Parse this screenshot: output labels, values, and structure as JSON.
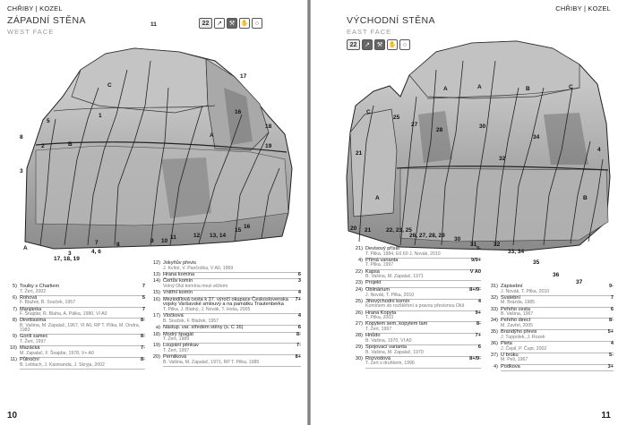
{
  "left_page": {
    "running_head": "CHŘIBY | KOZEL",
    "face_title": "ZÁPADNÍ STĚNA",
    "face_subtitle": "WEST FACE",
    "icons": [
      "22",
      "boot-icon",
      "pick-icon",
      "hand-icon",
      "ring-icon"
    ],
    "page_number": "10",
    "diagram_labels": [
      "11",
      "17",
      "16",
      "18",
      "19",
      "8",
      "3",
      "2",
      "5",
      "1",
      "C",
      "B",
      "A",
      "A",
      "3",
      "4, 6",
      "7",
      "8",
      "9",
      "10",
      "11",
      "12",
      "13, 14",
      "15",
      "16",
      "17, 18, 19",
      "5"
    ],
    "routes_col1": [
      {
        "num": "5)",
        "name": "Toulky s Charliem",
        "grade": "7",
        "fa": "T. Žert, 2002"
      },
      {
        "num": "6)",
        "name": "Rohová",
        "grade": "5",
        "fa": "F. Blažek, B. Souček, 1957"
      },
      {
        "num": "7)",
        "name": "Manjánka",
        "grade": "7",
        "fa": "F. Šnajdar, R. Blaha, A. Pálka, 1980, VI A0"
      },
      {
        "num": "8)",
        "name": "Direttissima",
        "grade": "8-",
        "fa": "B. Vašina, M. Zapalač, 1967, VI A0, RP T. Pilka, M. Ondra, 1983"
      },
      {
        "num": "9)",
        "name": "Gorilí samec",
        "grade": "8-",
        "fa": "T. Žert, 1997"
      },
      {
        "num": "10)",
        "name": "Mazácká",
        "grade": "7-",
        "fa": "M. Zapalač, F. Šnajdar, 1978, V+ A0"
      },
      {
        "num": "11)",
        "name": "Půlnoční",
        "grade": "8-",
        "fa": "B. Leblach, J. Kasmanda, J. Skryja, 2002"
      }
    ],
    "routes_col2": [
      {
        "num": "12)",
        "name": "Jokyňův převis",
        "grade": "",
        "fa": "J. Kvítol, V. Pančoška, V A0, 1969"
      },
      {
        "num": "13)",
        "name": "Hrana komína",
        "grade": "6",
        "fa": ""
      },
      {
        "num": "14)",
        "name": "Čertův komín",
        "grade": "3",
        "fa": "Volný Olúl komína mezi věžemi"
      },
      {
        "num": "15)",
        "name": "Vnitřní komín",
        "grade": "4",
        "fa": ""
      },
      {
        "num": "16)",
        "name": "Meziodílová cesta k 37. výročí okupace Československa vojsky Varšavské smlouvy a na památku Trautenberka",
        "grade": "7+",
        "fa": "T. Pilka, J. Blatný, J. Novák, T. Hoša, 2005"
      },
      {
        "num": "17)",
        "name": "Vločková",
        "grade": "4",
        "fa": "B. Souček, F. Blažek, 1957"
      },
      {
        "num": "a)",
        "name": "Nástup. var. středem stěny (s. C 16)",
        "grade": "6",
        "fa": ""
      },
      {
        "num": "18)",
        "name": "Modrý špagát",
        "grade": "8-",
        "fa": "T. Žert, 1989"
      },
      {
        "num": "19)",
        "name": "Loupání pěnkav",
        "grade": "7-",
        "fa": "T. Žert, 1997"
      },
      {
        "num": "20)",
        "name": "Pernilková",
        "grade": "8+",
        "fa": "B. Vašina, M. Zapalač, 1971, RP T. Pilka, 1985"
      }
    ]
  },
  "right_page": {
    "running_head": "CHŘIBY | KOZEL",
    "face_title": "VÝCHODNÍ STĚNA",
    "face_subtitle": "EAST FACE",
    "icons": [
      "22",
      "boot-icon",
      "pick-icon",
      "hand-icon",
      "ring-icon"
    ],
    "page_number": "11",
    "diagram_labels": [
      "A",
      "A",
      "B",
      "C",
      "C",
      "25",
      "27",
      "28",
      "30",
      "32",
      "34",
      "4",
      "21",
      "20",
      "21",
      "22, 23, 25",
      "26, 27, 28, 29",
      "30",
      "31",
      "32",
      "33, 34",
      "35",
      "36",
      "37",
      "A",
      "B"
    ],
    "routes_col1": [
      {
        "num": "21)",
        "name": "Devisový přísib",
        "grade": "9-",
        "fa": "T. Pilka, 1984, E6 60 J. Novák, 2010"
      },
      {
        "num": "4)",
        "name": "Přímá varianta",
        "grade": "9/9+",
        "fa": "T. Pilka, 1997"
      },
      {
        "num": "22)",
        "name": "Kapsa",
        "grade": "V A0",
        "fa": "B. Vašina, M. Zapalač, 1971"
      },
      {
        "num": "23)",
        "name": "Projekt",
        "grade": "",
        "fa": ""
      },
      {
        "num": "24)",
        "name": "Oblinárium",
        "grade": "8+/9-",
        "fa": "J. Novák, T. Pilka, 2010"
      },
      {
        "num": "25)",
        "name": "Jihovýchodní komín",
        "grade": "4",
        "fa": "Komínem do rozštěření a pravou převisnou Olúl"
      },
      {
        "num": "26)",
        "name": "Hrana Kopyta",
        "grade": "9+",
        "fa": "T. Pilka, 2003"
      },
      {
        "num": "27)",
        "name": "Kopytem sem, kopytem tam",
        "grade": "8-",
        "fa": "T. Žert, 1997"
      },
      {
        "num": "28)",
        "name": "Hnůdo",
        "grade": "7+",
        "fa": "B. Vašina, 1970, VI A0"
      },
      {
        "num": "29)",
        "name": "Spojovací varianta",
        "grade": "6",
        "fa": "B. Vašina, M. Zapalač, 1970"
      },
      {
        "num": "30)",
        "name": "Rozvodová",
        "grade": "8+/9-",
        "fa": "T. Žert s druhkem, 1996"
      }
    ],
    "routes_col2": [
      {
        "num": "31)",
        "name": "Zápisební",
        "grade": "9-",
        "fa": "J. Novák, T. Pilka, 2010"
      },
      {
        "num": "32)",
        "name": "Svatební",
        "grade": "7",
        "fa": "M. Brázda, 1985"
      },
      {
        "num": "33)",
        "name": "Peřeho cesta",
        "grade": "6",
        "fa": "B. Vašina, 1967"
      },
      {
        "num": "34)",
        "name": "Peřeho direct",
        "grade": "8-",
        "fa": "M. Zavřel, 2005"
      },
      {
        "num": "35)",
        "name": "Brandýho převis",
        "grade": "5+",
        "fa": "J. Tuppolek, J. Rozek"
      },
      {
        "num": "36)",
        "name": "Pieta",
        "grade": "4",
        "fa": "J. Čepil, P. Čupr, 2002"
      },
      {
        "num": "37)",
        "name": "U brúku",
        "grade": "5-",
        "fa": "M. Peli, 1967"
      },
      {
        "num": "4)",
        "name": "Podkova",
        "grade": "3+",
        "fa": ""
      }
    ]
  }
}
